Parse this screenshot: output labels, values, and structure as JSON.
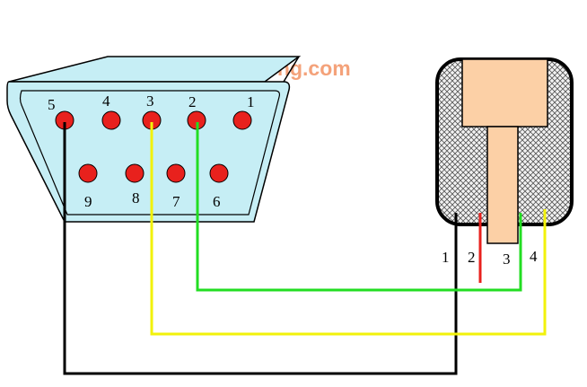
{
  "watermark": {
    "text": "chinakong.com",
    "color": "#f4a27a"
  },
  "db9": {
    "pins": [
      {
        "num": "1",
        "row": "top"
      },
      {
        "num": "2",
        "row": "top"
      },
      {
        "num": "3",
        "row": "top"
      },
      {
        "num": "4",
        "row": "top"
      },
      {
        "num": "5",
        "row": "top"
      },
      {
        "num": "6",
        "row": "bottom"
      },
      {
        "num": "7",
        "row": "bottom"
      },
      {
        "num": "8",
        "row": "bottom"
      },
      {
        "num": "9",
        "row": "bottom"
      }
    ],
    "pin_color": "#e8211d",
    "body_color": "#c6eef5"
  },
  "connector": {
    "terminals": [
      "1",
      "2",
      "3",
      "4"
    ],
    "insert_color": "#fcd0a6"
  },
  "wires": [
    {
      "name": "black",
      "color": "#000000",
      "from_pin": "5",
      "to_terminal": "1"
    },
    {
      "name": "red",
      "color": "#e8211d",
      "from_pin": "",
      "to_terminal": "2"
    },
    {
      "name": "green",
      "color": "#22dd22",
      "from_pin": "2",
      "to_terminal": "3"
    },
    {
      "name": "yellow",
      "color": "#f2f20a",
      "from_pin": "3",
      "to_terminal": "4"
    }
  ]
}
